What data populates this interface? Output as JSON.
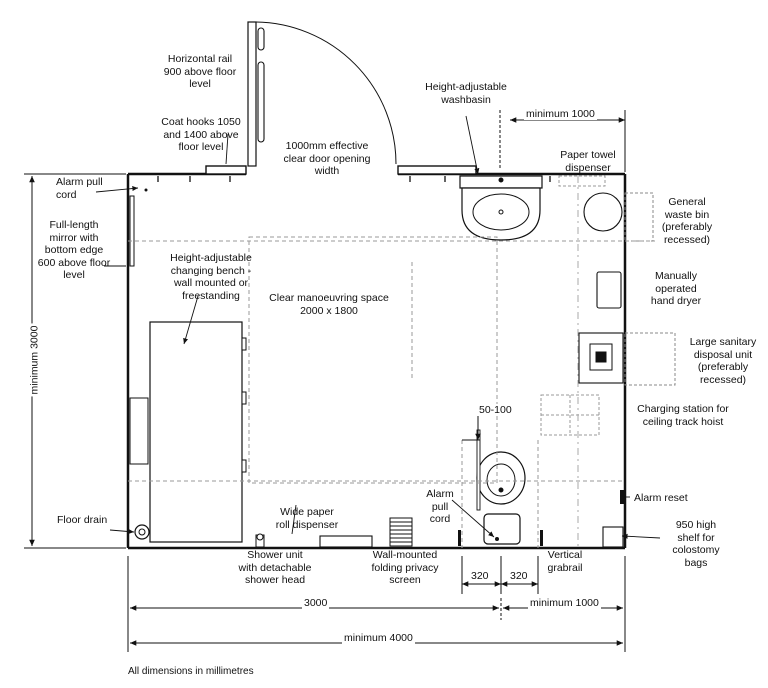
{
  "labels": {
    "horizontal_rail": "Horizontal rail\n900 above floor\nlevel",
    "coat_hooks": "Coat hooks 1050\nand 1400 above\nfloor level",
    "door_opening": "1000mm effective\nclear door opening\nwidth",
    "washbasin": "Height-adjustable\nwashbasin",
    "paper_towel": "Paper towel\ndispenser",
    "alarm_pull_cord_top": "Alarm pull\ncord",
    "mirror": "Full-length\nmirror with\nbottom edge\n600 above floor\nlevel",
    "changing_bench": "Height-adjustable\nchanging bench -\nwall mounted or\nfreestanding",
    "manoeuvring_space": "Clear manoeuvring space\n2000 x 1800",
    "waste_bin": "General\nwaste bin\n(preferably\nrecessed)",
    "hand_dryer": "Manually\noperated\nhand dryer",
    "sanitary_unit": "Large sanitary\ndisposal unit\n(preferably\nrecessed)",
    "charging_station": "Charging station for\nceiling track hoist",
    "alarm_reset": "Alarm reset",
    "floor_drain": "Floor drain",
    "paper_roll": "Wide paper\nroll dispenser",
    "alarm_pull_cord_wc": "Alarm\npull\ncord",
    "shower_unit": "Shower unit\nwith detachable\nshower head",
    "privacy_screen": "Wall-mounted\nfolding privacy\nscreen",
    "vertical_grabrail": "Vertical\ngrabrail",
    "shelf": "950 high\nshelf for\ncolostomy\nbags"
  },
  "dimensions": {
    "min_1000_top": "minimum 1000",
    "min_3000": "minimum 3000",
    "d_50_100": "50-100",
    "d_320_a": "320",
    "d_320_b": "320",
    "d_3000": "3000",
    "min_1000_bottom": "minimum 1000",
    "min_4000": "minimum 4000"
  },
  "footer_note": "All dimensions in millimetres"
}
